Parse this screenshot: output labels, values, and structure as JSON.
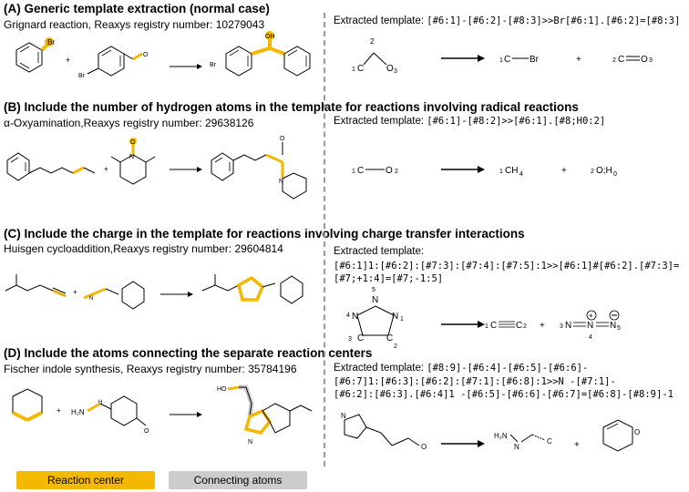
{
  "sections": [
    {
      "title": "(A) Generic template extraction (normal case)",
      "subtitle": "Grignard reaction, Reaxys registry number: 10279043",
      "template_label": "Extracted template:",
      "template_text": "[#6:1]-[#6:2]-[#8:3]>>Br[#6:1].[#6:2]=[#8:3]",
      "product_labels": [
        "1",
        "C",
        "Br",
        "+",
        "2",
        "C",
        "O",
        "3"
      ],
      "reactant_labels": [
        "2",
        "1",
        "C",
        "O",
        "3"
      ]
    },
    {
      "title": "(B) Include the number of hydrogen atoms in the template for reactions involving radical reactions",
      "subtitle": "α-Oxyamination,Reaxys  registry number: 29638126",
      "template_label": "Extracted template:",
      "template_text": "[#6:1]-[#8:2]>>[#6:1].[#8;H0:2]",
      "reactant_labels": [
        "1",
        "C",
        "O",
        "2"
      ],
      "product_labels": [
        "1",
        "CH",
        "4",
        "+",
        "2",
        "O;H",
        "0"
      ]
    },
    {
      "title": "(C) Include the charge in the template for reactions involving charge transfer interactions",
      "subtitle": "Huisgen cycloaddition,Reaxys  registry number: 29604814",
      "template_label": "Extracted template:",
      "template_line1": "[#6:1]1:[#6:2]:[#7:3]:[#7:4]:[#7:5]:1>>[#6:1]#[#6:2].[#7:3]=",
      "template_line2": "[#7;+1:4]=[#7;-1:5]",
      "reactant_labels": [
        "5",
        "N",
        "4",
        "N",
        "N",
        "1",
        "3",
        "C",
        "C",
        "2"
      ],
      "product_labels": [
        "1",
        "C",
        "C",
        "2",
        "+",
        "3",
        "N",
        "N",
        "N",
        "5",
        "4"
      ]
    },
    {
      "title": "(D) Include the atoms connecting the separate reaction centers",
      "subtitle": "Fischer indole synthesis, Reaxys registry number: 35784196",
      "template_label": "Extracted template:",
      "template_line1": "[#8:9]-[#6:4]-[#6:5]-[#6:6]-",
      "template_line2": "[#6:7]1:[#6:3]:[#6:2]:[#7:1]:[#6:8]:1>>N -[#7:1]-",
      "template_line3": "[#6:2]:[#6:3].[#6:4]1 -[#6:5]-[#6:6]-[#6:7]=[#6:8]-[#8:9]-1"
    }
  ],
  "legend": {
    "reaction_center": "Reaction center",
    "connecting_atoms": "Connecting atoms",
    "reaction_center_color": "#f5b800",
    "connecting_atoms_color": "#cccccc"
  },
  "colors": {
    "highlight": "#f5b800",
    "divider": "#9a9a9a"
  },
  "mol_text": {
    "br": "Br",
    "oh": "OH",
    "o": "O",
    "n": "N",
    "h": "H",
    "h2n": "H₂N",
    "ho": "HO",
    "nh": "N",
    "c": "C",
    "plus": "+"
  }
}
